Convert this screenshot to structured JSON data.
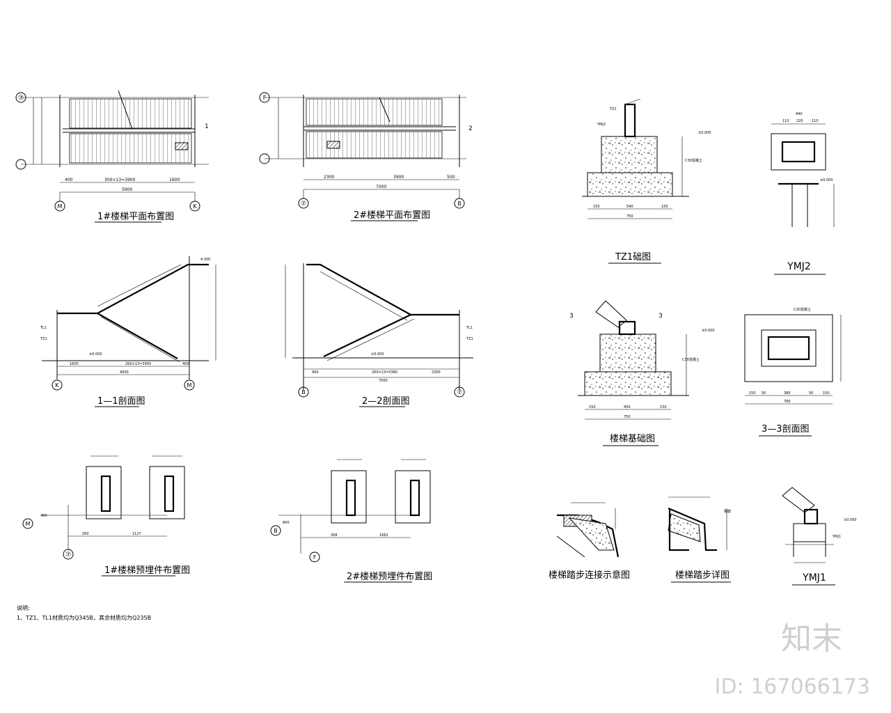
{
  "titles": {
    "plan1": "1#楼梯平面布置图",
    "plan2": "2#楼梯平面布置图",
    "sec11": "1—1剖面图",
    "sec22": "2—2剖面图",
    "emb1": "1#楼梯预埋件布置图",
    "emb2": "2#楼梯预埋件布置图",
    "tz1": "TZ1础图",
    "ymj2": "YMJ2",
    "found": "楼梯基础图",
    "sec33": "3—3剖面图",
    "stepconn": "楼梯踏步连接示意图",
    "stepdetail": "楼梯踏步详图",
    "ymj1": "YMJ1"
  },
  "axes": {
    "plan1": {
      "left_top": "⑦",
      "left_bottom": "",
      "bottom_left": "M",
      "bottom_right": "K",
      "section": "1"
    },
    "plan2": {
      "left_top": "F",
      "left_bottom": "",
      "bottom_left": "⑦",
      "bottom_right": "B",
      "section": "2"
    },
    "sec11": {
      "left": "K",
      "right": "M"
    },
    "sec22": {
      "left": "B",
      "right": "⑦"
    },
    "emb1": {
      "left": "M",
      "bottom": "⑦"
    },
    "emb2": {
      "left": "B",
      "bottom": "F"
    },
    "sec_mark": "3"
  },
  "dims": {
    "plan1_bottom": [
      "400",
      "300×13=3900",
      "1600"
    ],
    "plan1_total": "5900",
    "plan2_bottom": [
      "2300",
      "3900",
      "500"
    ],
    "plan2_total": "7000",
    "sec11_bottom": [
      "1600",
      "260×13=3900",
      "400"
    ],
    "sec11_total": "4000",
    "sec22_bottom": [
      "900",
      "260×13=3380",
      "2300"
    ],
    "sec22_total": "7000",
    "tz1_bottom": [
      "150",
      "540",
      "150"
    ],
    "tz1_total": "750",
    "found_bottom": [
      "150",
      "450",
      "150"
    ],
    "found_total": "750",
    "sec33_bottom": [
      "150",
      "50",
      "380",
      "50",
      "150"
    ],
    "sec33_total": "780",
    "ymj2_top": [
      "110",
      "220",
      "110"
    ],
    "ymj2_total": "440",
    "emb1_dims": [
      "260",
      "1127",
      "460"
    ],
    "emb2_dims": [
      "308",
      "1662",
      "800"
    ]
  },
  "levels": {
    "zero": "±0.000",
    "top1": "4.300"
  },
  "labels": {
    "tz1": "TZ1",
    "tl1": "TL1",
    "ymj1": "YMJ1",
    "ymj2": "YMJ2",
    "c30": "C30混凝土",
    "rebar": "钢筋"
  },
  "notes": {
    "heading": "说明:",
    "line1": "1、TZ1、TL1材质均为Q345B，其余材质均为Q235B"
  },
  "watermark": {
    "brand": "知末",
    "id": "ID: 167066173"
  }
}
